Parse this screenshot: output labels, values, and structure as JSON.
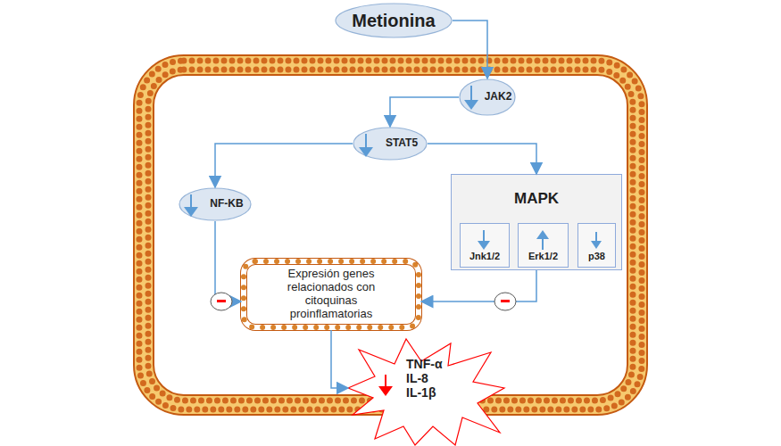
{
  "diagram": {
    "nodes": [
      {
        "text": [
          "Metionina"
        ]
      },
      {
        "text": [
          "JAK2"
        ]
      },
      {
        "text": [
          "STAT5"
        ]
      },
      {
        "text": [
          "NF-KB"
        ]
      },
      {
        "text": [
          "MAPK"
        ]
      },
      {
        "text": [
          "Jnk1/2"
        ],
        "in": 4
      },
      {
        "text": [
          "Erk1/2"
        ],
        "in": 4
      },
      {
        "text": [
          "p38"
        ],
        "in": 4
      },
      {
        "text": [
          "Expresión genes relacionados con citoquinas proinflamatorias"
        ]
      },
      {
        "text": [
          "TNF-α",
          "IL-8",
          "IL-1β"
        ]
      }
    ],
    "edges": [
      {
        "from": 0,
        "to": 1,
        "arrow": "to"
      },
      {
        "from": 1,
        "to": 2,
        "arrow": "to"
      },
      {
        "from": 2,
        "to": 3,
        "arrow": "to"
      },
      {
        "from": 2,
        "to": 4,
        "arrow": "to"
      },
      {
        "from": 3,
        "to": 8,
        "arrow": "to"
      },
      {
        "from": 4,
        "to": 8,
        "arrow": "to"
      },
      {
        "from": 8,
        "to": 9,
        "arrow": "to"
      }
    ]
  }
}
